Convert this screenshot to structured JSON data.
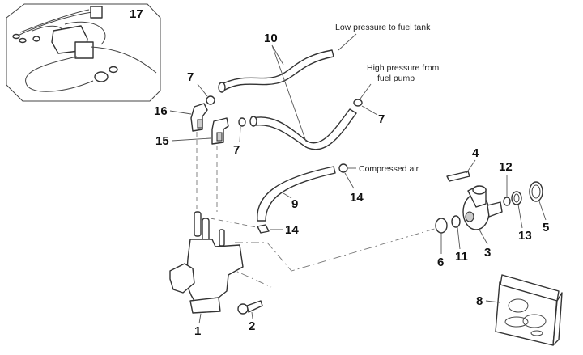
{
  "diagram": {
    "type": "exploded parts diagram",
    "callouts": {
      "c1": "1",
      "c2": "2",
      "c3": "3",
      "c4": "4",
      "c5": "5",
      "c6": "6",
      "c7a": "7",
      "c7b": "7",
      "c7c": "7",
      "c8": "8",
      "c9": "9",
      "c10": "10",
      "c11": "11",
      "c12": "12",
      "c13": "13",
      "c14a": "14",
      "c14b": "14",
      "c15": "15",
      "c16": "16",
      "c17": "17"
    },
    "annotations": {
      "low_pressure": "Low pressure to fuel tank",
      "high_pressure_line1": "High pressure from",
      "high_pressure_line2": "fuel pump",
      "compressed_air": "Compressed air"
    }
  }
}
